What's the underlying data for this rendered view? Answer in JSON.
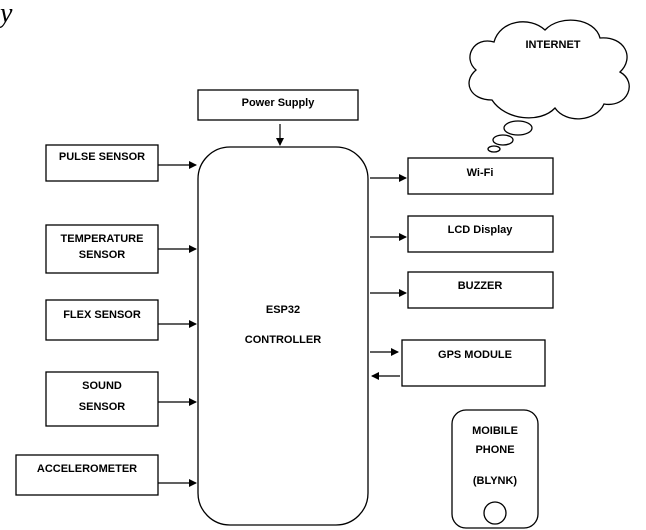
{
  "header_fragment": "y",
  "internet": {
    "label": "INTERNET"
  },
  "power_supply": {
    "label": "Power Supply"
  },
  "controller": {
    "line1": "ESP32",
    "line2": "CONTROLLER"
  },
  "inputs": [
    {
      "line1": "PULSE SENSOR",
      "line2": ""
    },
    {
      "line1": "TEMPERATURE",
      "line2": "SENSOR"
    },
    {
      "line1": "FLEX SENSOR",
      "line2": ""
    },
    {
      "line1": "SOUND",
      "line2": "SENSOR"
    },
    {
      "line1": "ACCELEROMETER",
      "line2": ""
    }
  ],
  "outputs": [
    {
      "label": "Wi-Fi"
    },
    {
      "label": "LCD Display"
    },
    {
      "label": "BUZZER"
    },
    {
      "label": "GPS MODULE"
    }
  ],
  "phone": {
    "line1": "MOIBILE",
    "line2": "PHONE",
    "line3": "(BLYNK)"
  }
}
